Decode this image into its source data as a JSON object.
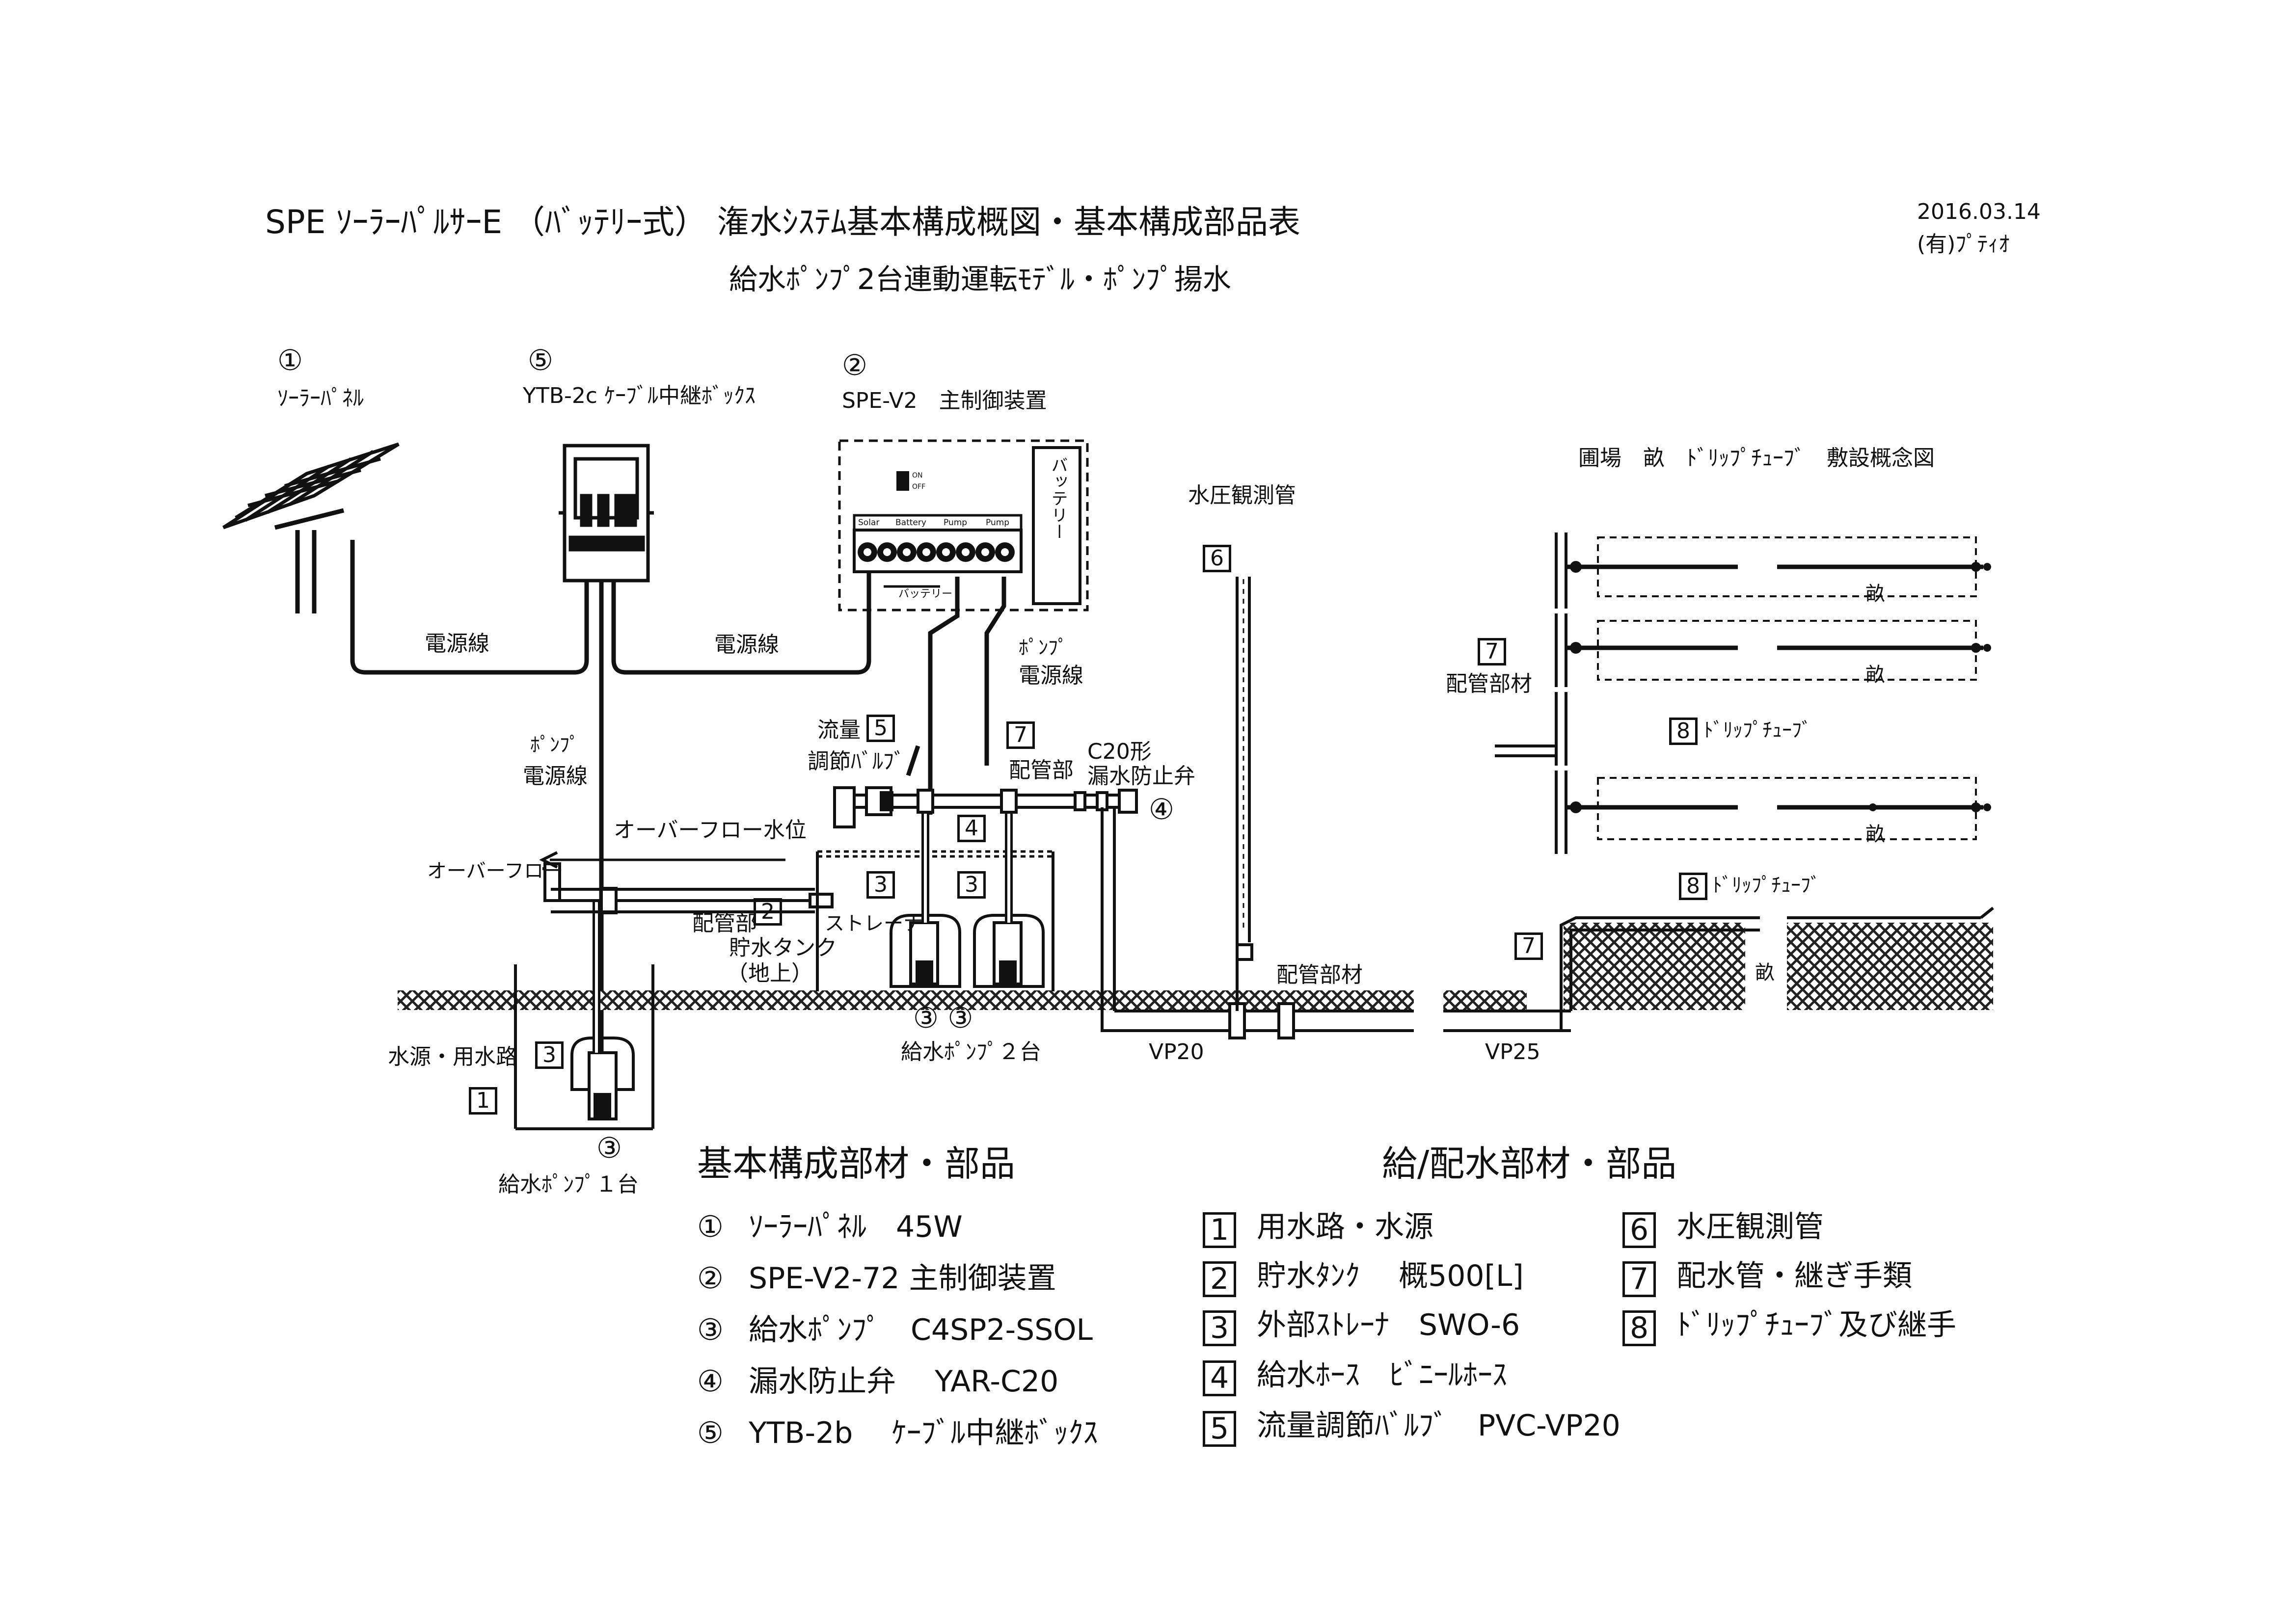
{
  "header": {
    "title": "SPE ｿｰﾗｰﾊﾟﾙｻｰE （ﾊﾞｯﾃﾘｰ式） 潅水ｼｽﾃﾑ基本構成概図・基本構成部品表",
    "subtitle": "給水ﾎﾟﾝﾌﾟ2台連動運転ﾓﾃﾞﾙ・ﾎﾟﾝﾌﾟ揚水",
    "date": "2016.03.14",
    "company": "(有)ﾌﾟﾃｨｵ"
  },
  "diagram": {
    "solar_num": "①",
    "solar_label": "ｿｰﾗｰﾊﾟﾈﾙ",
    "box_num": "⑤",
    "box_label": "YTB-2c ｹｰﾌﾞﾙ中継ﾎﾞｯｸｽ",
    "ctrl_num": "②",
    "ctrl_label": "SPE-V2　主制御装置",
    "ctrl_battery": "バッテリー",
    "ctrl_terminals": [
      "Solar",
      "Battery",
      "Pump",
      "Pump"
    ],
    "ctrl_switch_on": "ON",
    "ctrl_switch_off": "OFF",
    "ctrl_battery_small": "バッテリー",
    "power_line_1": "電源線",
    "power_line_2": "電源線",
    "pump_power_line_a": "ﾎﾟﾝﾌﾟ",
    "pump_power_line_b": "電源線",
    "pump_power_line2_a": "ﾎﾟﾝﾌﾟ",
    "pump_power_line2_b": "電源線",
    "flow_valve_a": "流量",
    "flow_valve_b": "調節ﾊﾞﾙﾌﾞ",
    "flow_valve_num": "5",
    "piping_num_top": "7",
    "piping_label_top": "配管部",
    "c20_a": "C20形",
    "c20_b": "漏水防止弁",
    "c20_num": "④",
    "overflow_level": "オーバーフロー水位",
    "overflow": "オーバーフロー",
    "tank_piping": "配管部",
    "tank_num": "2",
    "tank_label": "貯水タンク",
    "tank_label2": "（地上）",
    "strainer": "ストレーナ",
    "strainer_num_a": "3",
    "strainer_num_b": "3",
    "hose_num": "4",
    "pumps_nums": "③ ③",
    "pumps_label": "給水ﾎﾟﾝﾌﾟ２台",
    "source_label": "水源・用水路",
    "source_num": "1",
    "source_strainer_num": "3",
    "single_pump_num": "③",
    "single_pump_label": "給水ﾎﾟﾝﾌﾟ１台",
    "pressure_label": "水圧観測管",
    "pressure_num": "6",
    "piping_label_mid": "配管部材",
    "vp20": "VP20",
    "vp25": "VP25",
    "field_title": "圃場　畝　ﾄﾞﾘｯﾌﾟﾁｭｰﾌﾞ　敷設概念図",
    "field_pipe_num": "7",
    "field_pipe_label": "配管部材",
    "drip_num_a": "8",
    "drip_label_a": "ﾄﾞﾘｯﾌﾟﾁｭｰﾌﾞ",
    "drip_num_b": "8",
    "drip_label_b": "ﾄﾞﾘｯﾌﾟﾁｭｰﾌﾞ",
    "ridge": "畝",
    "ridge_side_num": "7"
  },
  "parts": {
    "heading": "基本構成部材・部品",
    "items": [
      {
        "num": "①",
        "text": "ｿｰﾗｰﾊﾟﾈﾙ　45W"
      },
      {
        "num": "②",
        "text": "SPE-V2-72 主制御装置"
      },
      {
        "num": "③",
        "text": "給水ﾎﾟﾝﾌﾟ　C4SP2-SSOL"
      },
      {
        "num": "④",
        "text": "漏水防止弁　 YAR-C20"
      },
      {
        "num": "⑤",
        "text": "YTB-2b　 ｹｰﾌﾞﾙ中継ﾎﾞｯｸｽ"
      }
    ]
  },
  "water_parts": {
    "heading": "給/配水部材・部品",
    "col1": [
      {
        "num": "1",
        "text": "用水路・水源"
      },
      {
        "num": "2",
        "text": "貯水ﾀﾝｸ　 概500[L]"
      },
      {
        "num": "3",
        "text": "外部ｽﾄﾚｰﾅ　SWO-6"
      },
      {
        "num": "4",
        "text": "給水ﾎｰｽ　ﾋﾞﾆｰﾙﾎｰｽ"
      },
      {
        "num": "5",
        "text": "流量調節ﾊﾞﾙﾌﾞ　PVC-VP20"
      }
    ],
    "col2": [
      {
        "num": "6",
        "text": "水圧観測管"
      },
      {
        "num": "7",
        "text": "配水管・継ぎ手類"
      },
      {
        "num": "8",
        "text": "ﾄﾞﾘｯﾌﾟﾁｭｰﾌﾞ及び継手"
      }
    ]
  }
}
